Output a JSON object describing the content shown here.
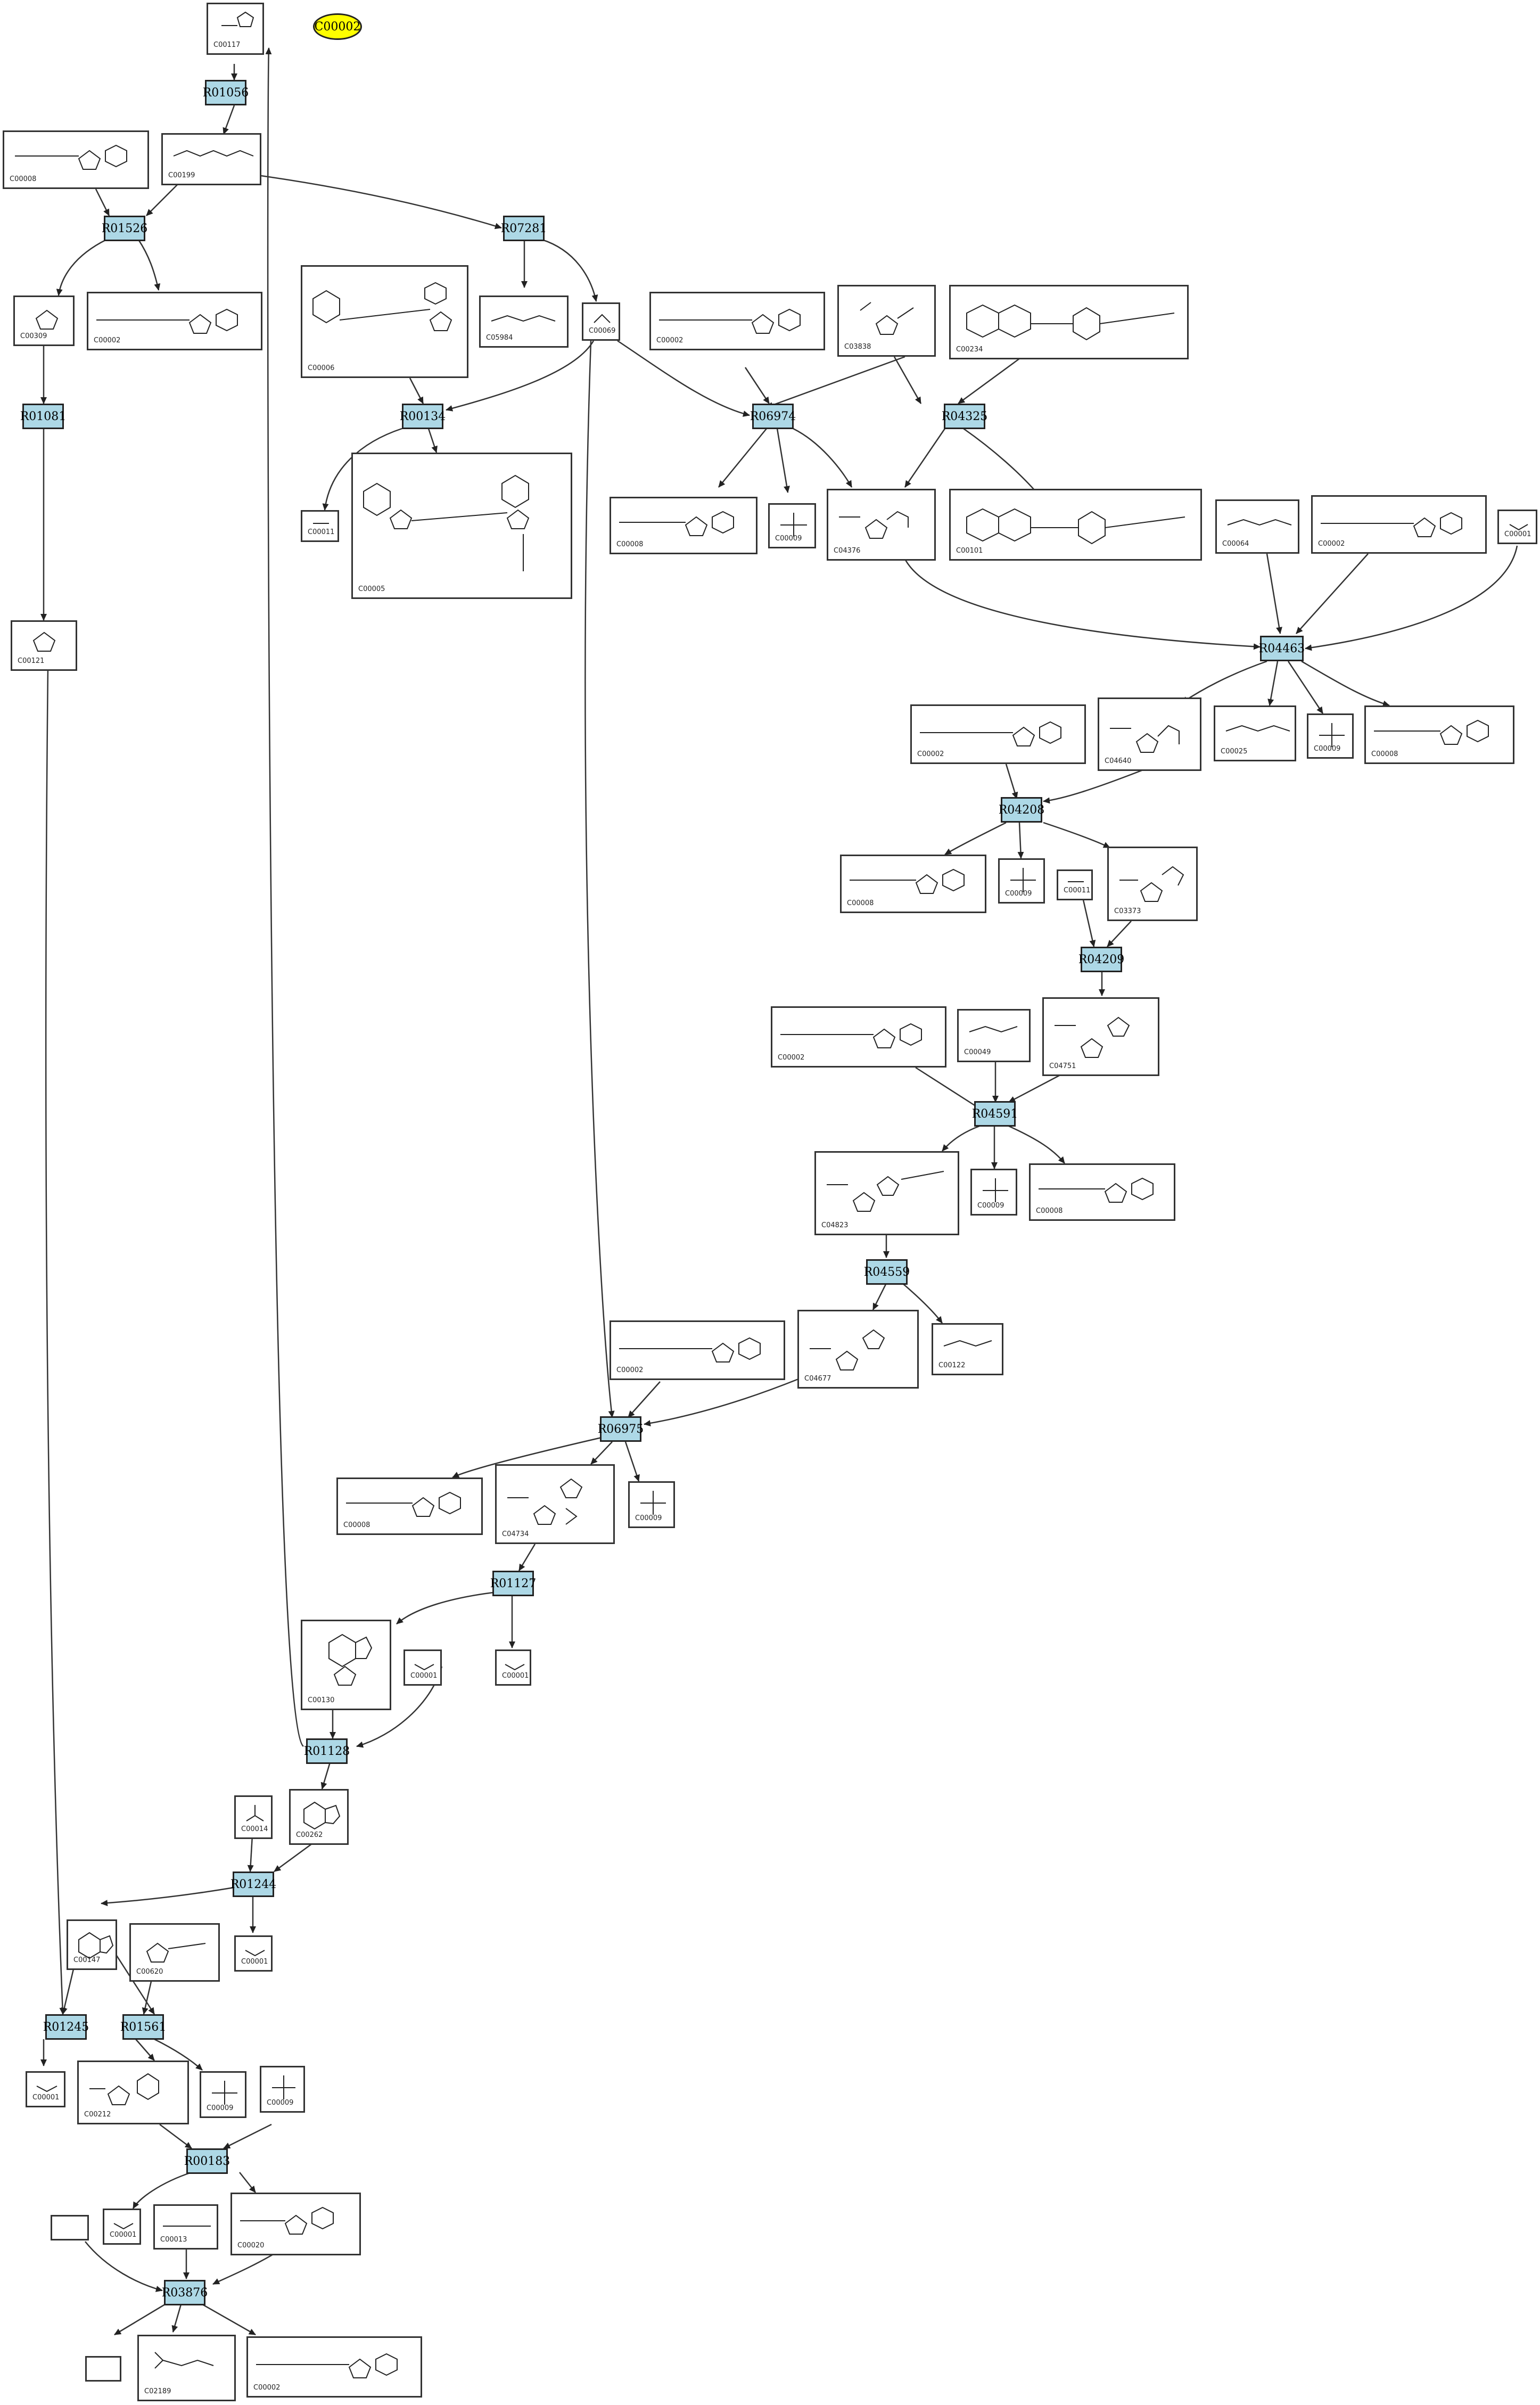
{
  "legend": {
    "highlight": "C00002"
  },
  "reactions": {
    "R01056": "R01056",
    "R01526": "R01526",
    "R07281": "R07281",
    "R01081": "R01081",
    "R00134": "R00134",
    "R06974": "R06974",
    "R04325": "R04325",
    "R04463": "R04463",
    "R04208": "R04208",
    "R04209": "R04209",
    "R04591": "R04591",
    "R04559": "R04559",
    "R06975": "R06975",
    "R01127": "R01127",
    "R01128": "R01128",
    "R01244": "R01244",
    "R01245": "R01245",
    "R01561": "R01561",
    "R00183": "R00183",
    "R03876": "R03876"
  },
  "compounds": {
    "c_c00117": "C00117",
    "c_c00199": "C00199",
    "c_c00008_a": "C00008",
    "c_c00002_a": "C00002",
    "c_c00309": "C00309",
    "c_c00006": "C00006",
    "c_c05984": "C05984",
    "c_c00069": "C00069",
    "c_c00002_b": "C00002",
    "c_c03838": "C03838",
    "c_c00234": "C00234",
    "c_c00011_a": "C00011",
    "c_c00005": "C00005",
    "c_c00008_b": "C00008",
    "c_c00009_a": "C00009",
    "c_c04376": "C04376",
    "c_c00101": "C00101",
    "c_c00064": "C00064",
    "c_c00002_c": "C00002",
    "c_c00001_a": "C00001",
    "c_c00121": "C00121",
    "c_c00002_d": "C00002",
    "c_c04640": "C04640",
    "c_c00025": "C00025",
    "c_c00009_b": "C00009",
    "c_c00008_c": "C00008",
    "c_c00008_d": "C00008",
    "c_c00009_c": "C00009",
    "c_c00011_b": "C00011",
    "c_c03373": "C03373",
    "c_c00002_e": "C00002",
    "c_c00049": "C00049",
    "c_c04751": "C04751",
    "c_c04823": "C04823",
    "c_c00009_d": "C00009",
    "c_c00008_e": "C00008",
    "c_c00002_f": "C00002",
    "c_c04677": "C04677",
    "c_c00122": "C00122",
    "c_c00008_f": "C00008",
    "c_c04734": "C04734",
    "c_c00009_e": "C00009",
    "c_c00130": "C00130",
    "c_c00001_b": "C00001",
    "c_c00001_c": "C00001",
    "c_c00014": "C00014",
    "c_c00262": "C00262",
    "c_c00147": "C00147",
    "c_c00620": "C00620",
    "c_c00001_d": "C00001",
    "c_c00001_e": "C00001",
    "c_c00212": "C00212",
    "c_c00009_f": "C00009",
    "c_c00009_g": "C00009",
    "c_c00001_f": "C00001",
    "c_c00013": "C00013",
    "c_c00020": "C00020",
    "c_c02189": "C02189",
    "c_c00002_g": "C00002"
  }
}
